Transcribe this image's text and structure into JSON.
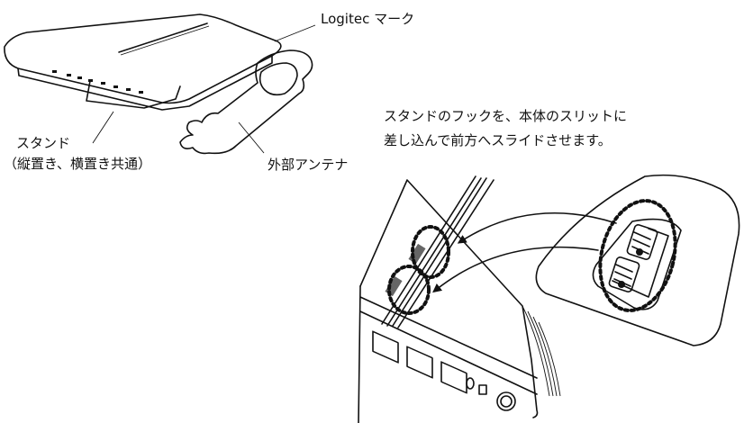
{
  "labels": {
    "logitec_mark": "Logitec マーク",
    "stand_line1": "スタンド",
    "stand_line2": "（縦置き、横置き共通）",
    "antenna": "外部アンテナ",
    "instruction_line1": "スタンドのフックを、本体のスリットに",
    "instruction_line2": "差し込んで前方へスライドさせます。"
  },
  "colors": {
    "line": "#111111",
    "background": "#ffffff",
    "gradient_dark": "#777777",
    "gradient_light": "#f4f4f4"
  }
}
